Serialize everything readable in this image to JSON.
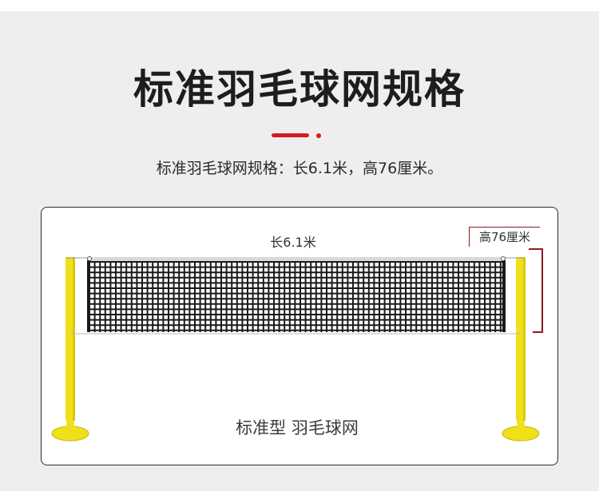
{
  "page": {
    "title": "标准羽毛球网规格",
    "subtitle": "标准羽毛球网规格：长6.1米，高76厘米。"
  },
  "diagram": {
    "length_label": "长6.1米",
    "height_label": "高76厘米",
    "product_name": "标准型 羽毛球网"
  },
  "colors": {
    "accent": "#d8191e",
    "post": "#f0e01a",
    "post_shade": "#c9b800",
    "dimension_line": "#8b1a1f",
    "net": "#1a1a1a"
  }
}
